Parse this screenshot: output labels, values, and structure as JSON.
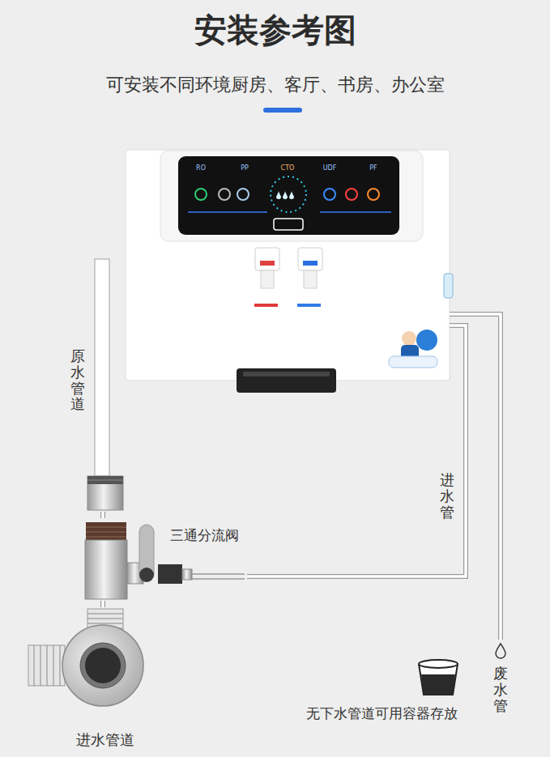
{
  "diagram": {
    "title": "安装参考图",
    "nodes": [
      {
        "text": [
          "RO",
          "PP",
          "CTO",
          "UDF",
          "PF"
        ]
      },
      {
        "text": [
          "原水管道"
        ]
      },
      {
        "text": [
          "三通分流阀"
        ]
      },
      {
        "text": [
          "进水管道"
        ]
      },
      {
        "text": [
          "无下水管道可用容器存放"
        ]
      }
    ],
    "edges": [
      {
        "from": 1,
        "to": 2,
        "arrow": "none"
      },
      {
        "from": 3,
        "to": 2,
        "arrow": "none"
      },
      {
        "from": 2,
        "to": 0,
        "label": "进水管",
        "arrow": "none"
      },
      {
        "from": 0,
        "to": 4,
        "label": "废水管",
        "arrow": "none"
      }
    ],
    "labels": [
      "可安装不同环境厨房、客厅、书房、办公室"
    ]
  }
}
